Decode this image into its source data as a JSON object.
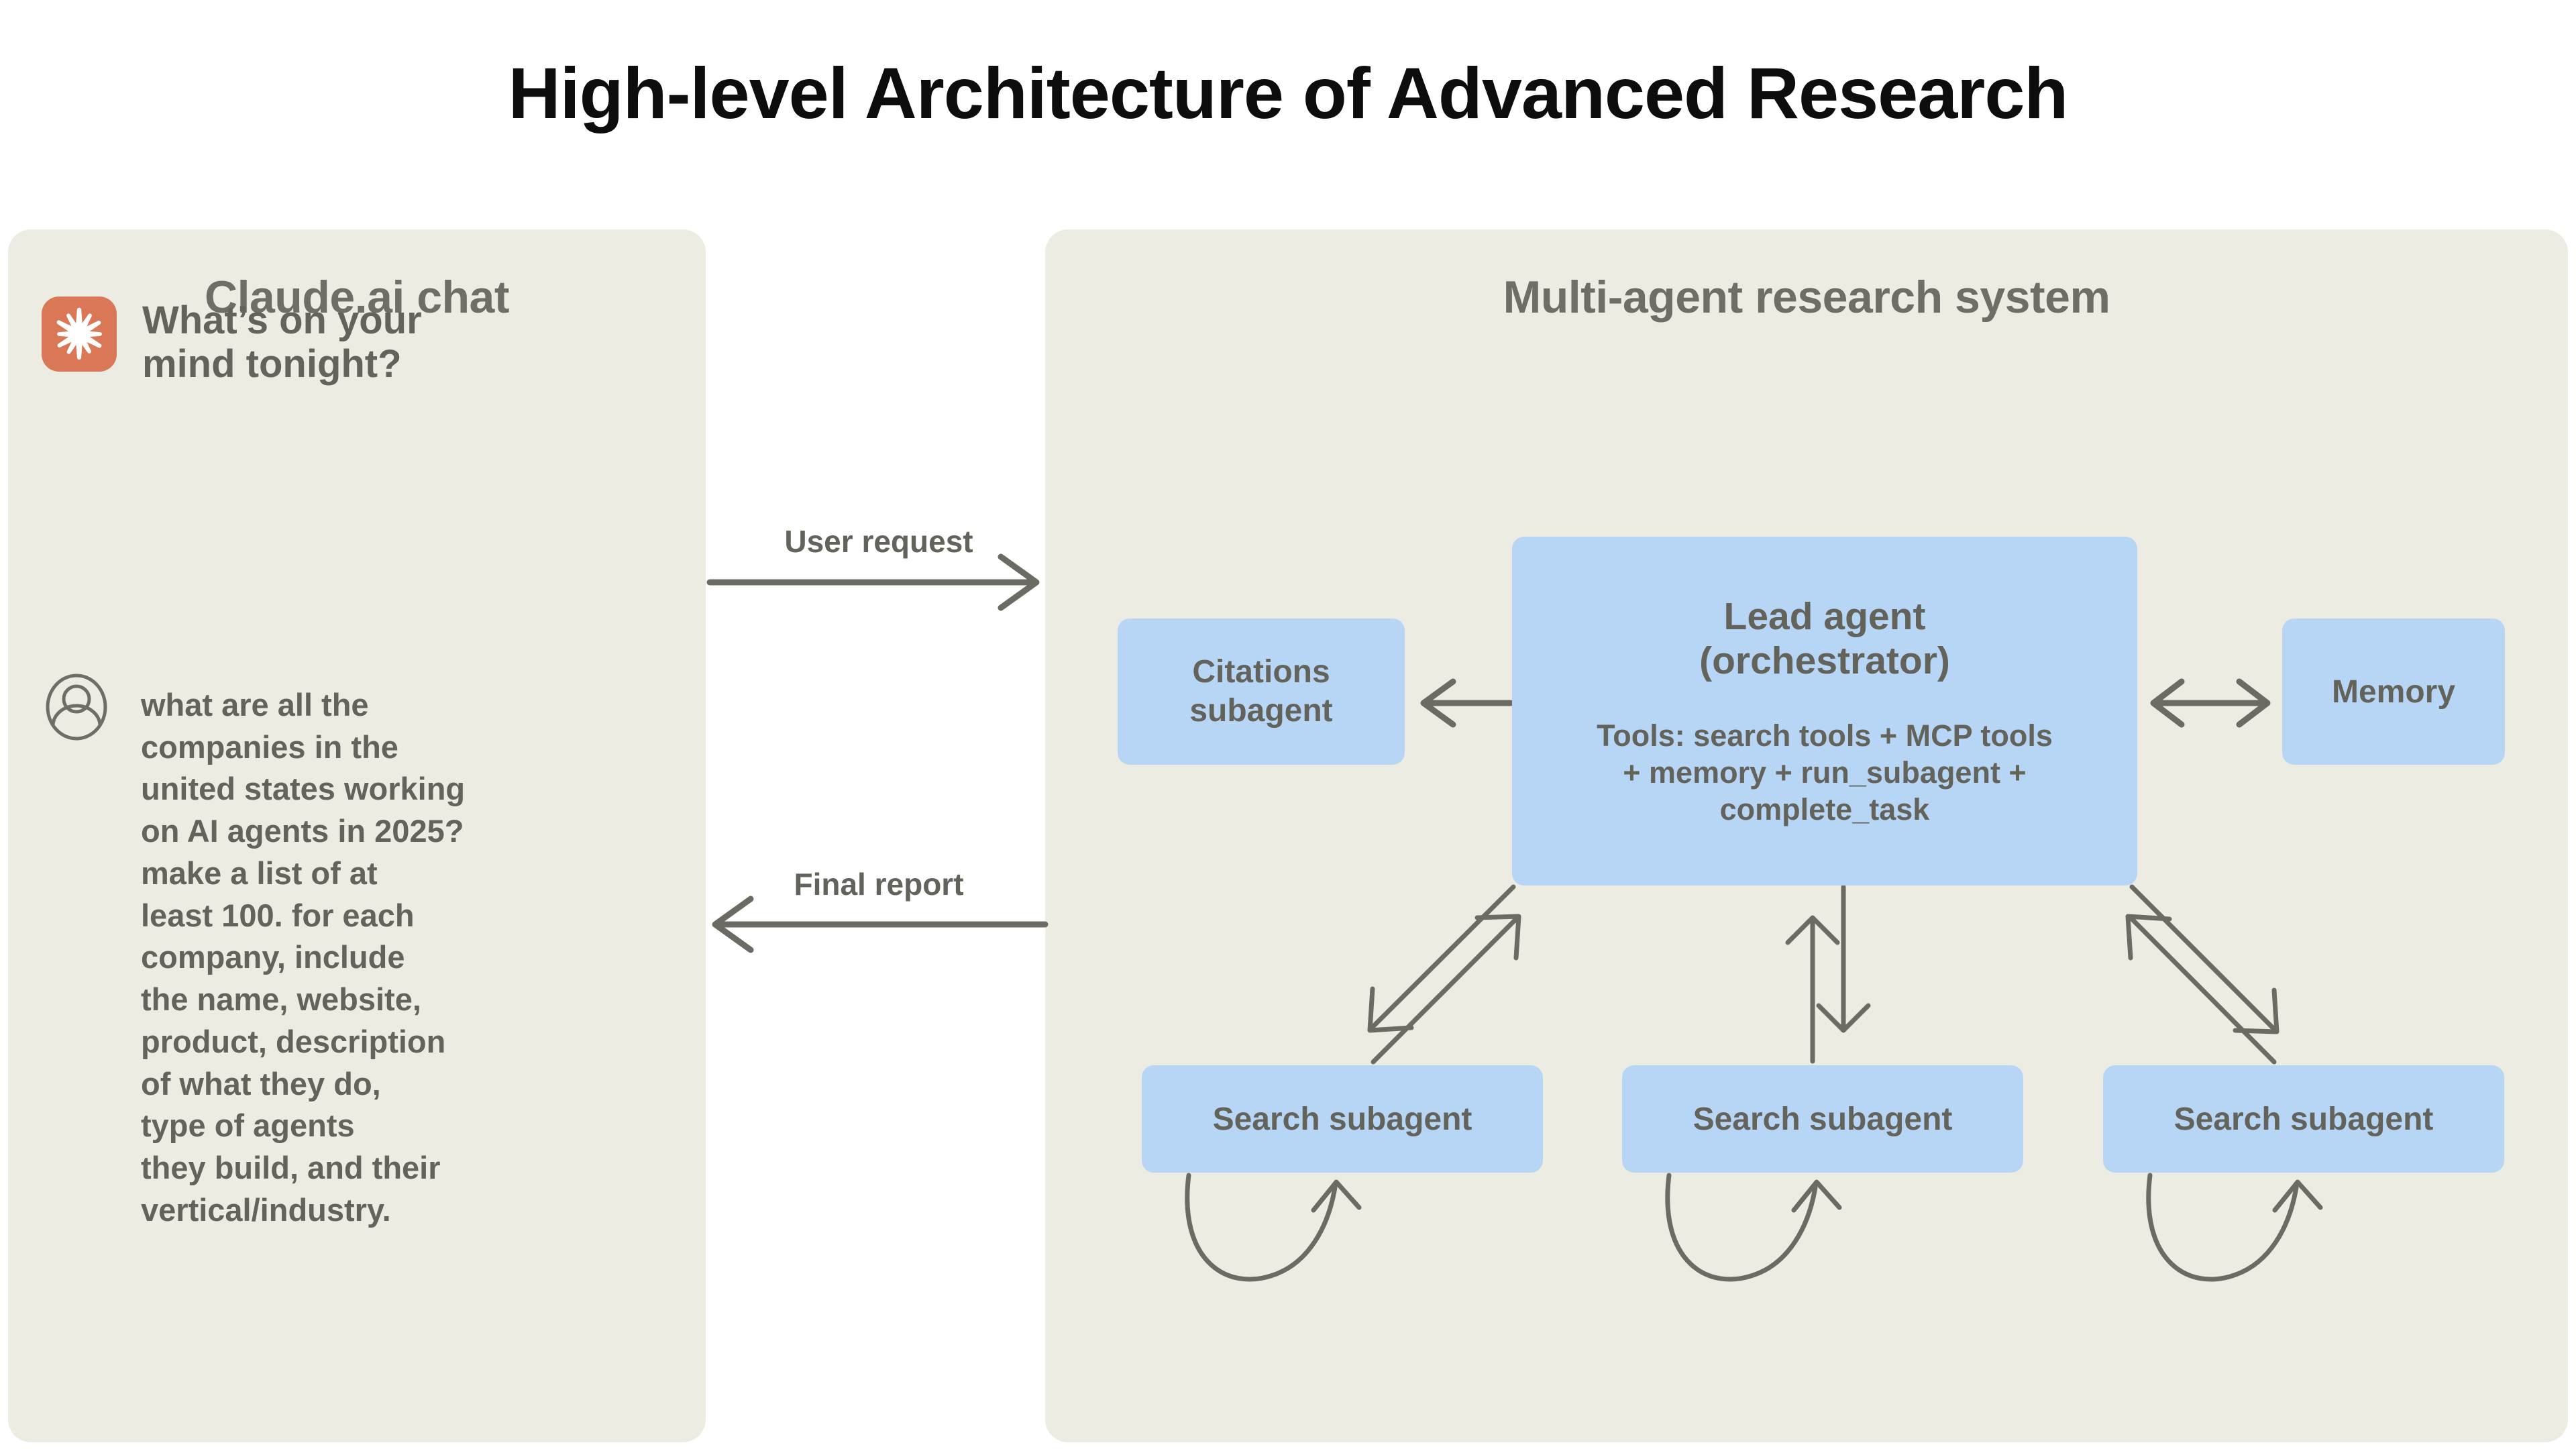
{
  "title": "High-level Architecture of Advanced Research",
  "chat_panel": {
    "heading": "Claude.ai chat",
    "logo_icon": "claude-starburst-icon",
    "logo_color": "#d97757",
    "greeting": "What’s on your\nmind tonight?",
    "avatar_icon": "user-avatar-icon",
    "user_message": "what are all the\ncompanies in the\nunited states working\non AI agents in 2025?\nmake a list of at\nleast 100. for each\ncompany, include\nthe name, website,\nproduct, description\nof what they do,\ntype of agents\nthey build, and their\nvertical/industry."
  },
  "flow": {
    "user_request_label": "User request",
    "final_report_label": "Final report"
  },
  "system_panel": {
    "heading": "Multi-agent research system",
    "node_color": "#b7d6f5",
    "nodes": {
      "lead_agent": {
        "title": "Lead agent\n(orchestrator)",
        "tools": "Tools: search tools + MCP tools\n+ memory + run_subagent +\ncomplete_task"
      },
      "citations_subagent": "Citations\nsubagent",
      "memory": "Memory",
      "search_subagents": [
        "Search subagent",
        "Search subagent",
        "Search subagent"
      ]
    }
  },
  "colors": {
    "page_background": "#ffffff",
    "panel_background": "#edece3",
    "node_background": "#b7d6f5",
    "text_gray": "#63635b",
    "connector_gray": "#6b6b63",
    "title_black": "#0d0d0d",
    "accent_orange": "#d97757"
  }
}
